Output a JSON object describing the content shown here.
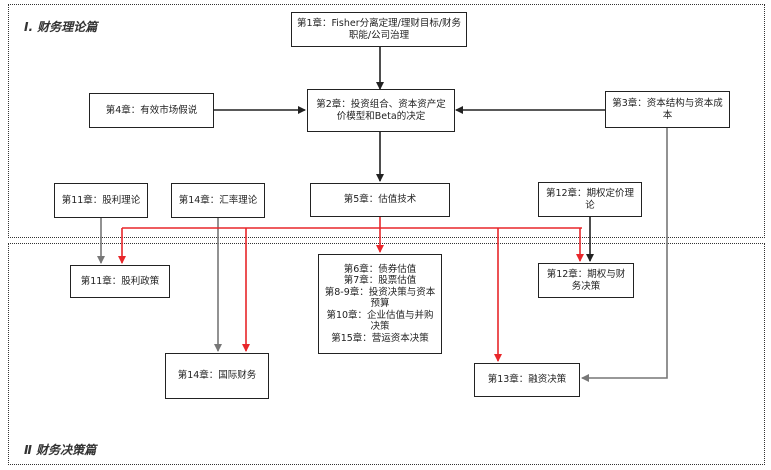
{
  "sections": {
    "theory": {
      "title": "Ⅰ. 财务理论篇"
    },
    "decision": {
      "title": "Ⅱ 财务决策篇"
    }
  },
  "nodes": {
    "ch1": "第1章：Fisher分离定理/理财目标/财务职能/公司治理",
    "ch2": "第2章：投资组合、资本资产定价模型和Beta的决定",
    "ch3": "第3章：资本结构与资本成本",
    "ch4": "第4章：有效市场假说",
    "ch5": "第5章：估值技术",
    "ch11_theory": "第11章：股利理论",
    "ch14_theory": "第14章：汇率理论",
    "ch12_theory": "第12章：期权定价理论",
    "ch11_policy": "第11章：股利政策",
    "ch14_finance": "第14章：国际财务",
    "ch12_decision": "第12章：期权与财务决策",
    "ch13": "第13章：融资决策",
    "valuation_chapters": [
      "第6章：债券估值",
      "第7章：股票估值",
      "第8-9章：投资决策与资本预算",
      "第10章：企业估值与并购决策",
      "第15章：营运资本决策"
    ]
  },
  "colors": {
    "red_arrow": "#e8262a",
    "gray_arrow": "#777777",
    "black_arrow": "#222222"
  }
}
